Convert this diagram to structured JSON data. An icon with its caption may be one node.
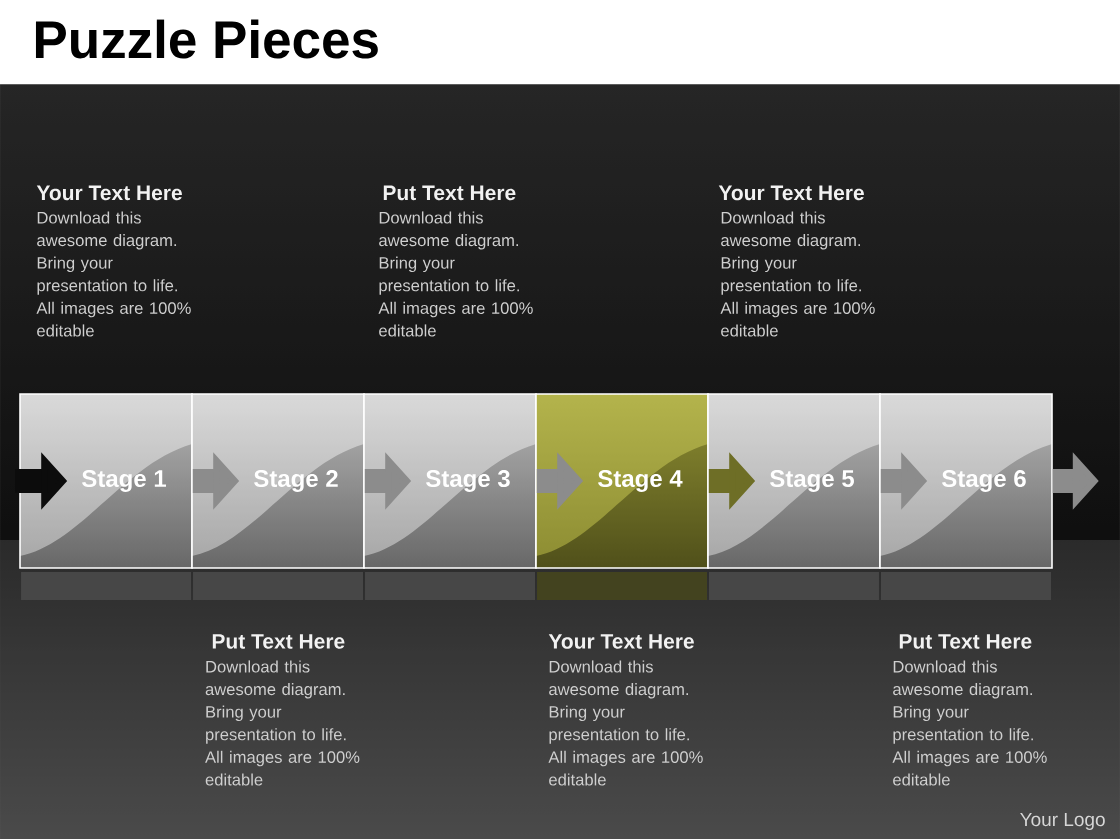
{
  "diagram": {
    "title": "Puzzle Pieces",
    "nodes": [
      {
        "text": [
          "Stage 1"
        ]
      },
      {
        "text": [
          "Stage 2"
        ]
      },
      {
        "text": [
          "Stage 3"
        ]
      },
      {
        "text": [
          "Stage 4"
        ]
      },
      {
        "text": [
          "Stage 5"
        ]
      },
      {
        "text": [
          "Stage 6"
        ]
      }
    ],
    "edges": [
      {
        "from": null,
        "to": 0,
        "arrow": "to",
        "color": "#0c0c0c"
      },
      {
        "from": 0,
        "to": 1,
        "arrow": "to"
      },
      {
        "from": 1,
        "to": 2,
        "arrow": "to"
      },
      {
        "from": 2,
        "to": 3,
        "arrow": "to"
      },
      {
        "from": 3,
        "to": 4,
        "arrow": "to",
        "color": "#6e6e26"
      },
      {
        "from": 4,
        "to": 5,
        "arrow": "to"
      },
      {
        "from": 5,
        "to": null,
        "arrow": "to"
      }
    ],
    "labels": [
      "Your Text Here",
      "Download this awesome diagram. Bring your presentation to life. All images are 100% editable",
      "Put Text Here",
      "Download this awesome diagram. Bring your presentation to life. All images are 100% editable",
      "Your Text Here",
      "Download this awesome diagram. Bring your presentation to life. All images are 100% editable",
      "Put Text Here",
      "Download this awesome diagram. Bring your presentation to life. All images are 100% editable",
      "Your Text Here",
      "Download this awesome diagram. Bring your presentation to life. All images are 100% editable",
      "Put Text Here",
      "Download this awesome diagram. Bring your presentation to life. All images are 100% editable",
      "Your Logo"
    ]
  }
}
